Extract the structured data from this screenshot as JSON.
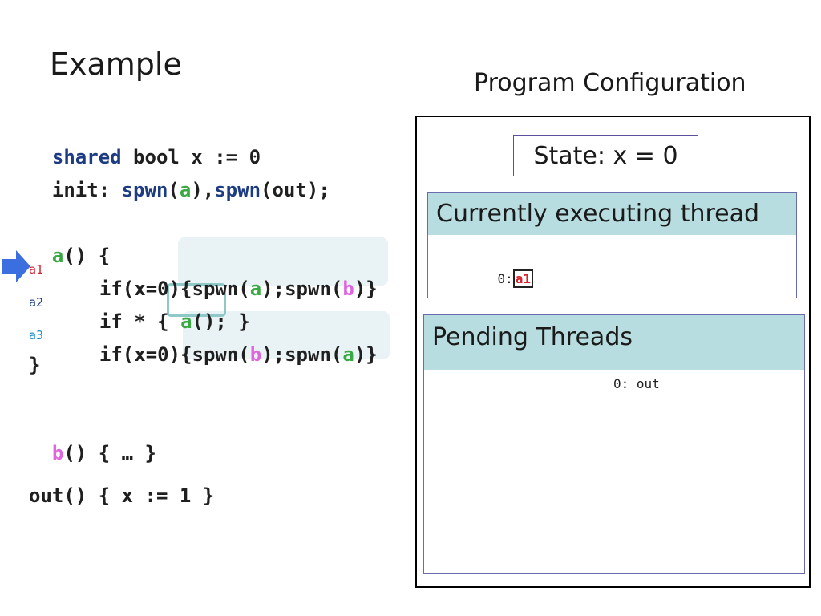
{
  "slide": {
    "title": "Example",
    "config_title": "Program Configuration"
  },
  "code": {
    "l1_shared": "shared",
    "l1_rest": " bool ",
    "l1_x": "x",
    "l1_tail": " := 0",
    "l2_init": "init: ",
    "l2_spwn1": "spwn",
    "l2_p1": "(",
    "l2_a": "a",
    "l2_p2": "),",
    "l2_spwn2": "spwn",
    "l2_out": "(out);",
    "a_name": "a",
    "a_open": "() {",
    "lbl_a1": "a1",
    "lbl_a2": "a2",
    "lbl_a3": "a3",
    "a1_cond": "if(x=0){",
    "a1_spwn1": "spwn(",
    "a1_arg1": "a",
    "a1_mid": ");spwn(",
    "a1_arg2": "b",
    "a1_end": ")}",
    "a2_head": "if * { ",
    "a2_call_a": "a",
    "a2_call_rest": "();",
    "a2_end": " }",
    "a3_cond": "if(x=0){",
    "a3_spwn1": "spwn(",
    "a3_arg1": "b",
    "a3_mid": ");spwn(",
    "a3_arg2": "a",
    "a3_end": ")}",
    "close": "}",
    "b_name": "b",
    "b_rest": "() { … }",
    "out_line": "out() { x := 1 }"
  },
  "config": {
    "state_label": "State: x = 0",
    "exec_title": "Currently executing thread",
    "exec_thread_id": "0:",
    "exec_thread_pc": "a1",
    "pending_title": "Pending Threads",
    "pending_thread": "0: out"
  },
  "colors": {
    "keyword": "#1c3b82",
    "func_a": "#3aa843",
    "func_b": "#e065dd",
    "label_red": "#d4242e",
    "header_teal": "#b7dde0",
    "arrow_blue": "#3b6fe0"
  }
}
